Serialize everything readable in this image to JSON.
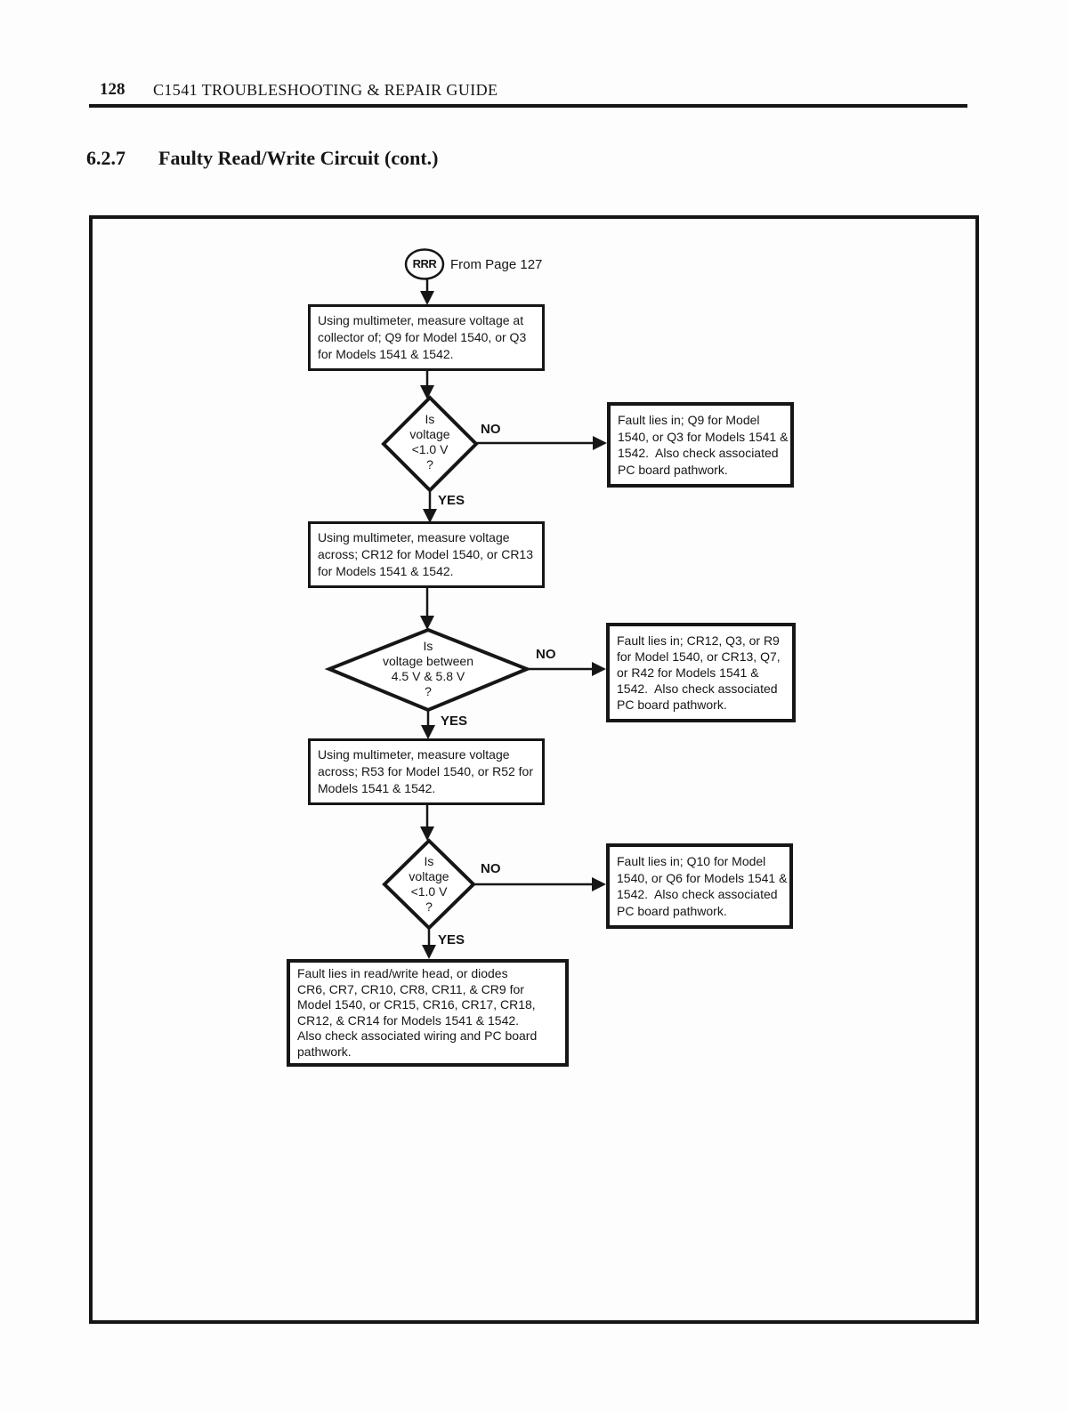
{
  "page": {
    "page_number": "128",
    "running_title": "C1541 TROUBLESHOOTING & REPAIR GUIDE",
    "section_number": "6.2.7",
    "section_title": "Faulty Read/Write Circuit (cont.)"
  },
  "flowchart": {
    "entry": {
      "connector_label": "RRR",
      "caption": "From Page 127"
    },
    "process1": "Using multimeter, measure voltage at\ncollector of; Q9 for Model 1540, or Q3\nfor Models 1541 & 1542.",
    "decision1": "Is\nvoltage\n<1.0 V\n?",
    "fault1": "Fault lies in; Q9 for Model\n1540, or Q3 for Models 1541 &\n1542.  Also check associated\nPC board pathwork.",
    "process2": "Using multimeter, measure voltage\nacross; CR12 for Model 1540, or CR13\nfor Models 1541 & 1542.",
    "decision2": "Is\nvoltage between\n4.5 V & 5.8 V\n?",
    "fault2": "Fault lies in; CR12, Q3, or R9\nfor Model 1540, or CR13, Q7,\nor R42 for Models 1541 &\n1542.  Also check associated\nPC board pathwork.",
    "process3": "Using multimeter, measure voltage\nacross; R53 for Model 1540, or R52 for\nModels 1541 & 1542.",
    "decision3": "Is\nvoltage\n<1.0 V\n?",
    "fault3": "Fault lies in; Q10 for Model\n1540, or Q6 for Models 1541 &\n1542.  Also check associated\nPC board pathwork.",
    "final": "Fault lies in read/write head, or diodes\nCR6, CR7, CR10, CR8, CR11, & CR9 for\nModel 1540, or CR15, CR16, CR17, CR18,\nCR12, & CR14 for Models 1541 & 1542.\nAlso check associated wiring and PC board\npathwork.",
    "labels": {
      "yes": "YES",
      "no": "NO"
    },
    "ink_color": "#161616"
  }
}
